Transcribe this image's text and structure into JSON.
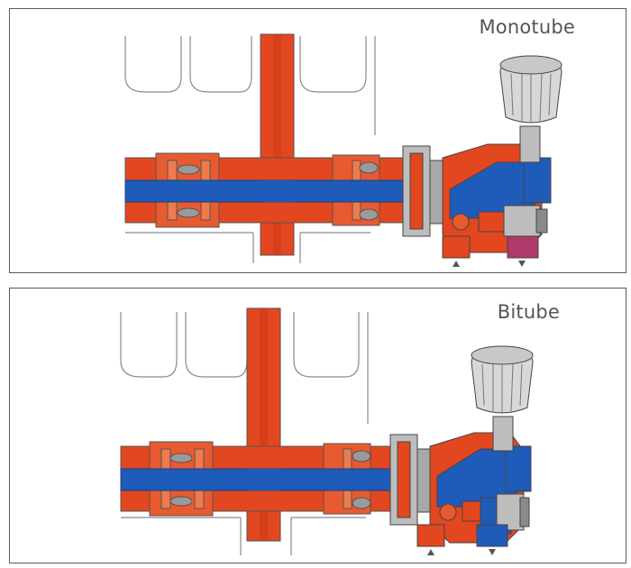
{
  "panels": [
    {
      "id": "monotube",
      "title": "Monotube"
    },
    {
      "id": "bitube",
      "title": "Bitube"
    }
  ],
  "colors": {
    "frame": "#5a5a5a",
    "hot_water": "#e2471f",
    "cold_water": "#1f5bb8",
    "radiator_outline": "#8a8a8a",
    "valve_head": "#d8d8d8",
    "title_text": "#555555"
  },
  "icons": [
    "thermostatic-head-icon",
    "arrow-up-icon",
    "arrow-down-icon"
  ]
}
